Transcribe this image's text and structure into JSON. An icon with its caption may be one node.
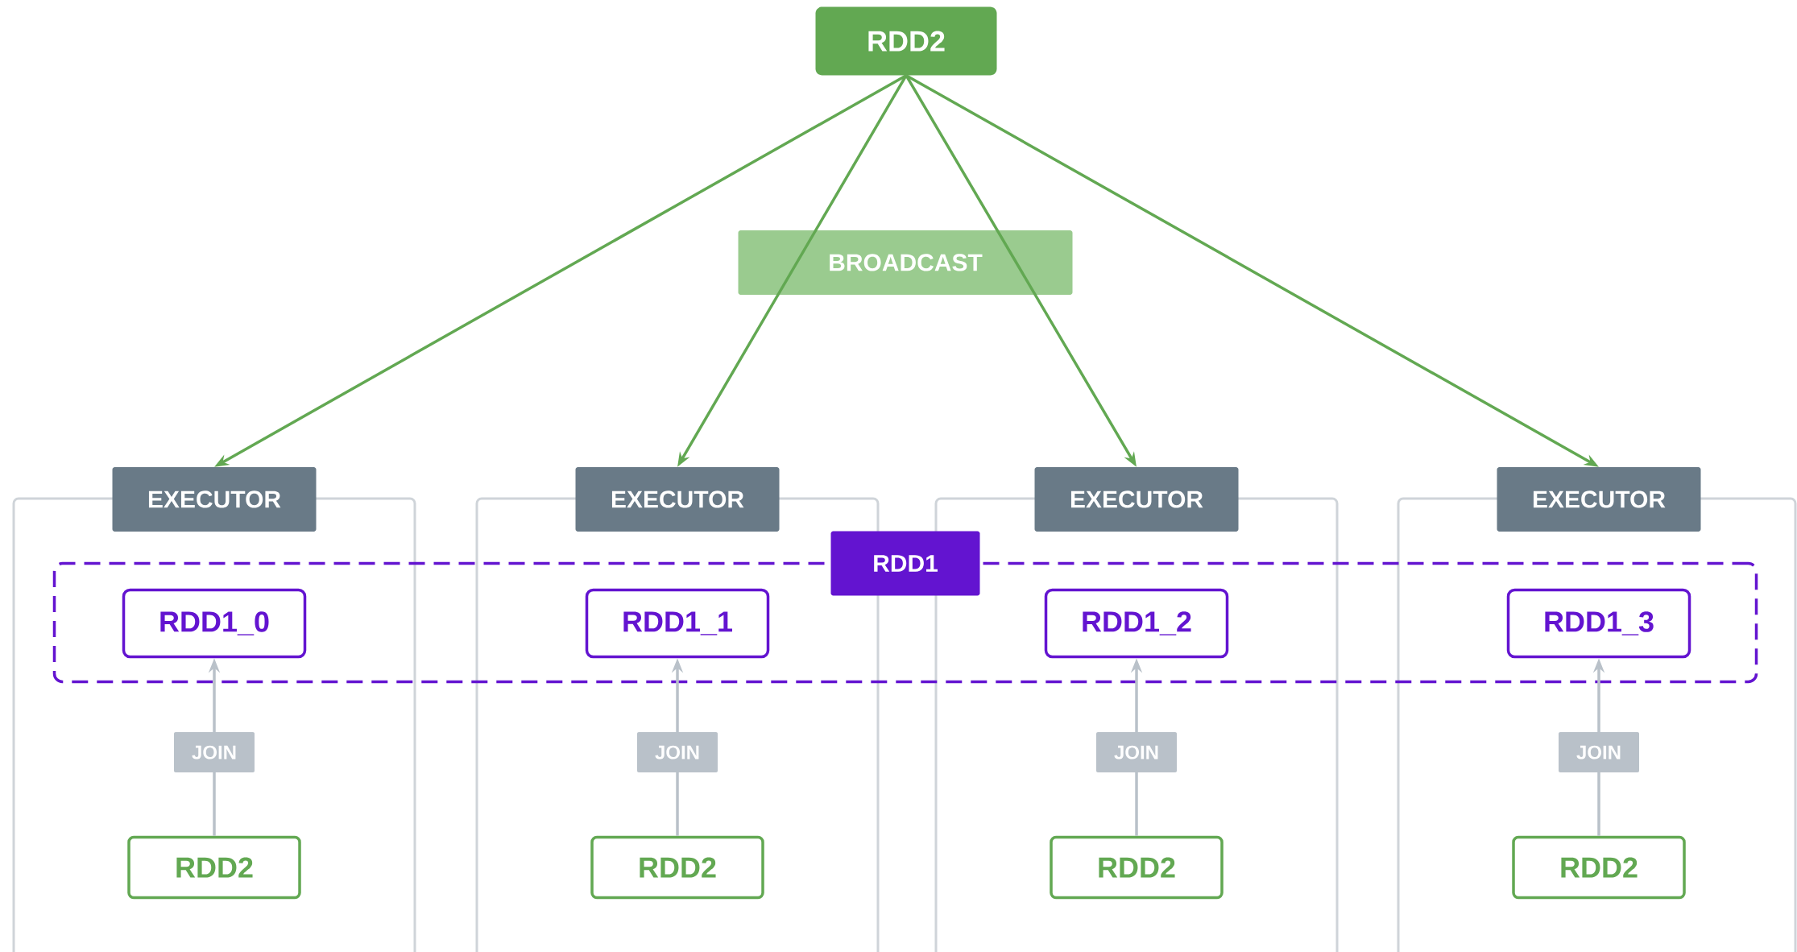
{
  "diagram": {
    "nodes": [
      {
        "text": [
          "RDD2"
        ]
      },
      {
        "text": [
          "EXECUTOR"
        ]
      },
      {
        "text": [
          "EXECUTOR"
        ]
      },
      {
        "text": [
          "EXECUTOR"
        ]
      },
      {
        "text": [
          "EXECUTOR"
        ]
      },
      {
        "text": [
          "RDD1"
        ]
      },
      {
        "text": [
          "RDD1_0"
        ]
      },
      {
        "text": [
          "RDD1_1"
        ]
      },
      {
        "text": [
          "RDD1_2"
        ]
      },
      {
        "text": [
          "RDD1_3"
        ]
      },
      {
        "text": [
          "RDD2"
        ],
        "in": 1
      },
      {
        "text": [
          "RDD2"
        ],
        "in": 2
      },
      {
        "text": [
          "RDD2"
        ],
        "in": 3
      },
      {
        "text": [
          "RDD2"
        ],
        "in": 4
      }
    ],
    "edges": [
      {
        "from": 0,
        "to": 1,
        "arrow": "to",
        "color": "#62a852"
      },
      {
        "from": 0,
        "to": 2,
        "arrow": "to",
        "color": "#62a852"
      },
      {
        "from": 0,
        "to": 3,
        "arrow": "to",
        "color": "#62a852"
      },
      {
        "from": 0,
        "to": 4,
        "arrow": "to",
        "color": "#62a852"
      },
      {
        "from": 10,
        "to": 6,
        "arrow": "to",
        "label": "JOIN",
        "color": "#b9c1c9"
      },
      {
        "from": 11,
        "to": 7,
        "arrow": "to",
        "label": "JOIN",
        "color": "#b9c1c9"
      },
      {
        "from": 12,
        "to": 8,
        "arrow": "to",
        "label": "JOIN",
        "color": "#b9c1c9"
      },
      {
        "from": 13,
        "to": 9,
        "arrow": "to",
        "label": "JOIN",
        "color": "#b9c1c9"
      }
    ],
    "labels": [
      "BROADCAST"
    ]
  }
}
